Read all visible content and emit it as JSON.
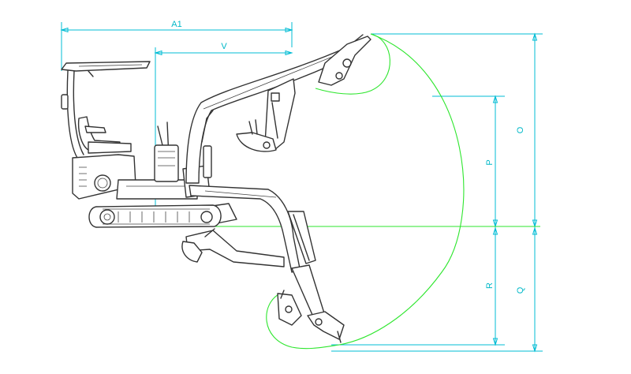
{
  "dimensions": {
    "a1": "A1",
    "v": "V",
    "o": "O",
    "p": "P",
    "q": "Q",
    "r": "R"
  },
  "colors": {
    "dimension": "#00bcd4",
    "envelope": "#2ee62e",
    "machine": "#333333"
  }
}
